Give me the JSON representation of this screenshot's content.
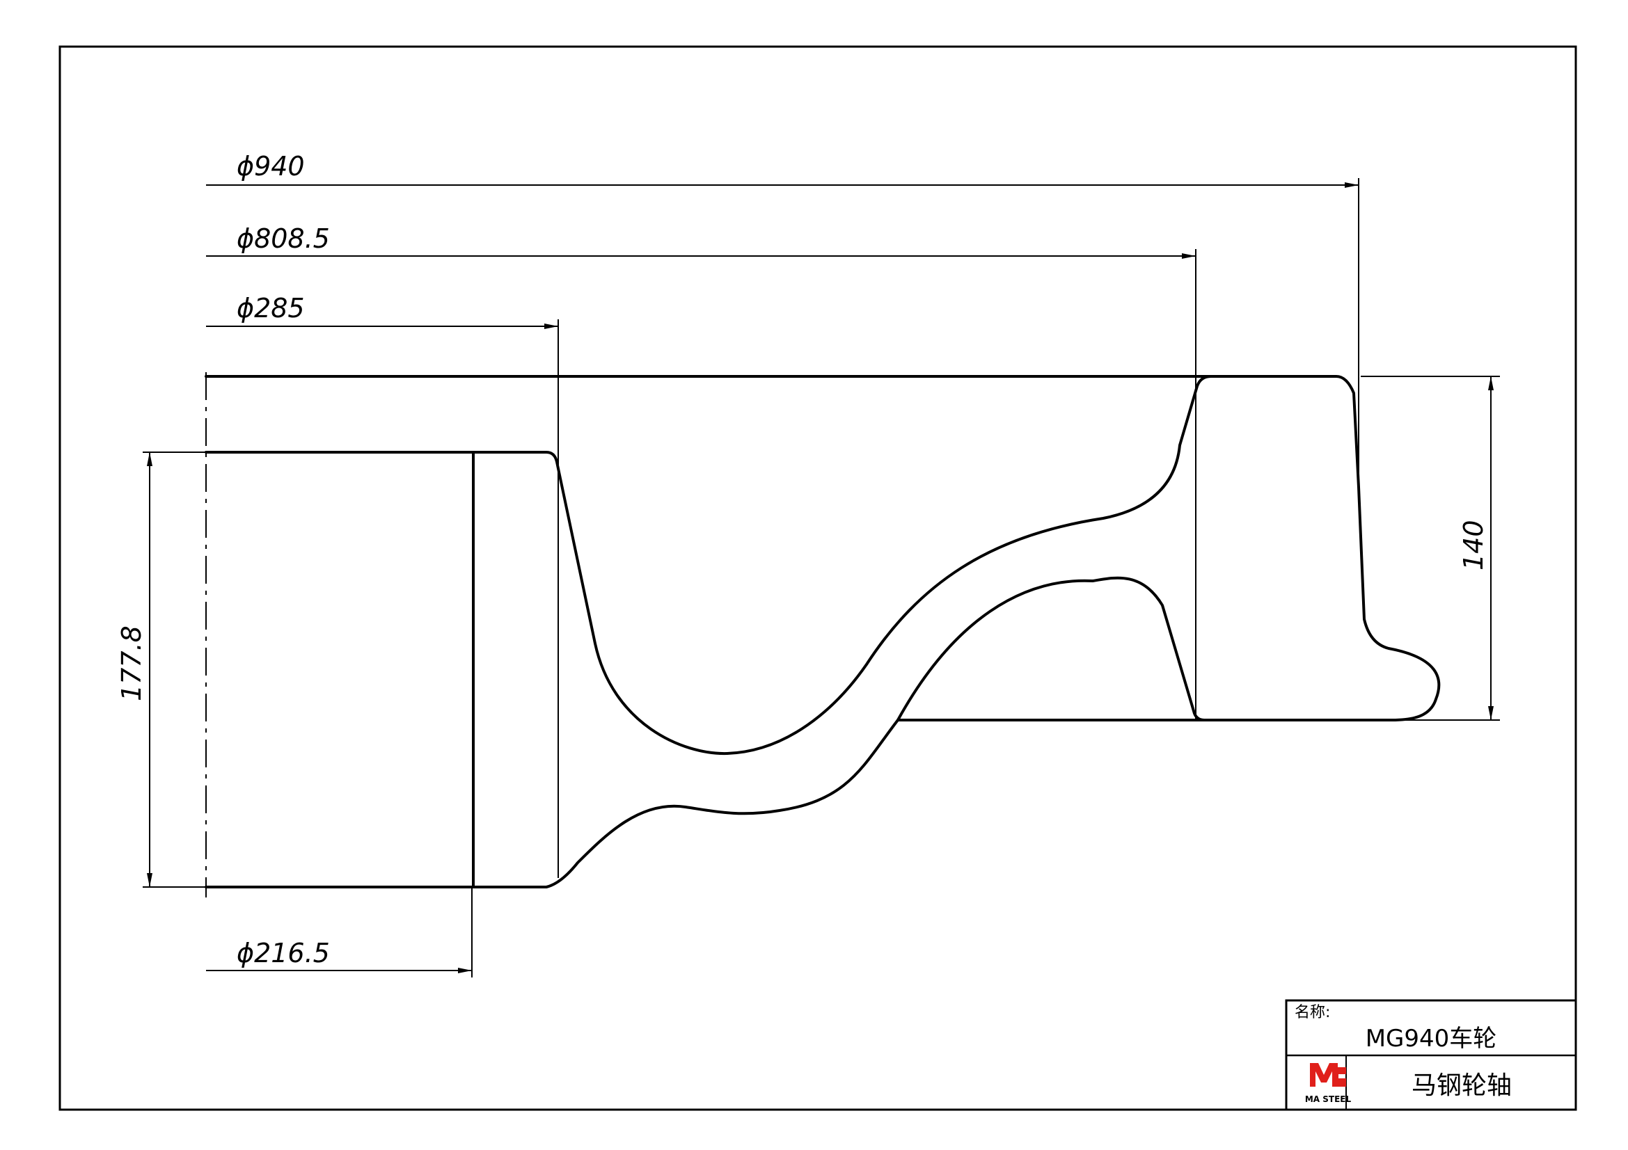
{
  "dimensions": {
    "d940": "ϕ940",
    "d808_5": "ϕ808.5",
    "d285": "ϕ285",
    "d216_5": "ϕ216.5",
    "h177_8": "177.8",
    "h140": "140"
  },
  "title_block": {
    "name_label": "名称:",
    "part_name": "MG940车轮",
    "company": "马钢轮轴",
    "logo_text": "MA STEEL"
  },
  "colors": {
    "line": "#000000",
    "logo_red": "#e0201b"
  }
}
